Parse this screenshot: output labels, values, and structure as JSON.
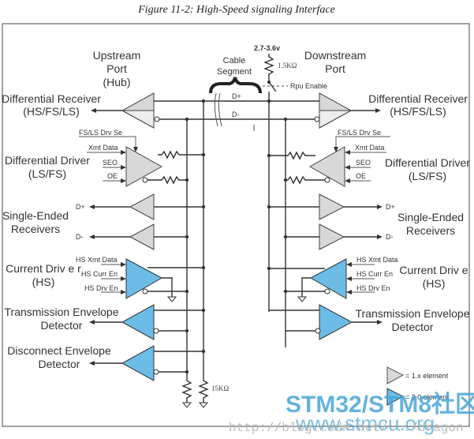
{
  "figure": {
    "caption": "Figure 11-2: High-Speed signaling Interface"
  },
  "upstream": {
    "title_lines": [
      "Upstream",
      "Port",
      "(Hub)"
    ],
    "diff_receiver": [
      "Differential Receiver",
      "(HS/FS/LS)"
    ],
    "diff_driver": [
      "Differential Driver",
      "(LS/FS)"
    ],
    "single_ended": [
      "Single-Ended",
      "Receivers"
    ],
    "current_driver": [
      "Current Driv e r",
      "(HS)"
    ],
    "tx_envelope": [
      "Transmission Envelope",
      "Detector"
    ],
    "disconnect_envelope": [
      "Disconnect Envelope",
      "Detector"
    ],
    "driver_inputs": [
      "FS/LS Drv Se",
      "Xmt Data",
      "SEO",
      "OE"
    ],
    "hs_inputs": [
      "HS Xmt Data",
      "HS Curr En",
      "HS Drv En"
    ],
    "se_outputs": [
      "D+",
      "D-"
    ],
    "pulldown": "15KΩ"
  },
  "downstream": {
    "title_lines": [
      "Downstream",
      "Port"
    ],
    "diff_receiver": [
      "Differential Receiver",
      "(HS/FS/LS)"
    ],
    "diff_driver": [
      "Differential Driver",
      "(LS/FS)"
    ],
    "single_ended": [
      "Single-Ended",
      "Receivers"
    ],
    "current_driver": [
      "Current Driv e",
      "(HS)"
    ],
    "tx_envelope": [
      "Transmission Envelope",
      "Detector"
    ],
    "driver_inputs": [
      "FS/LS Drv Se",
      "Xmt Data",
      "SEO",
      "OE"
    ],
    "hs_inputs": [
      "HS Xmt Data",
      "HS Curr En",
      "HS Drv En"
    ],
    "se_outputs": [
      "D+",
      "D-"
    ]
  },
  "cable": {
    "label_lines": [
      "Cable",
      "Segment"
    ],
    "dplus": "D+",
    "dminus": "D-",
    "supply": "2.7-3.6v",
    "pullup": "1.5KΩ",
    "rpu_enable": "Rpu Enable"
  },
  "legend": {
    "items": [
      {
        "label": "= 1.x element",
        "color": "#d8d8d8"
      },
      {
        "label": "= 2.0 element",
        "color": "#6bbde8"
      }
    ]
  },
  "watermark": {
    "line1": "STM32/STM8社区",
    "line2": "www.stmcu.org",
    "line3": "http://blog.csdn.net/.../dragon"
  },
  "colors": {
    "element_1x": "#d8d8d8",
    "element_20": "#6bbde8",
    "wire": "#333333"
  }
}
